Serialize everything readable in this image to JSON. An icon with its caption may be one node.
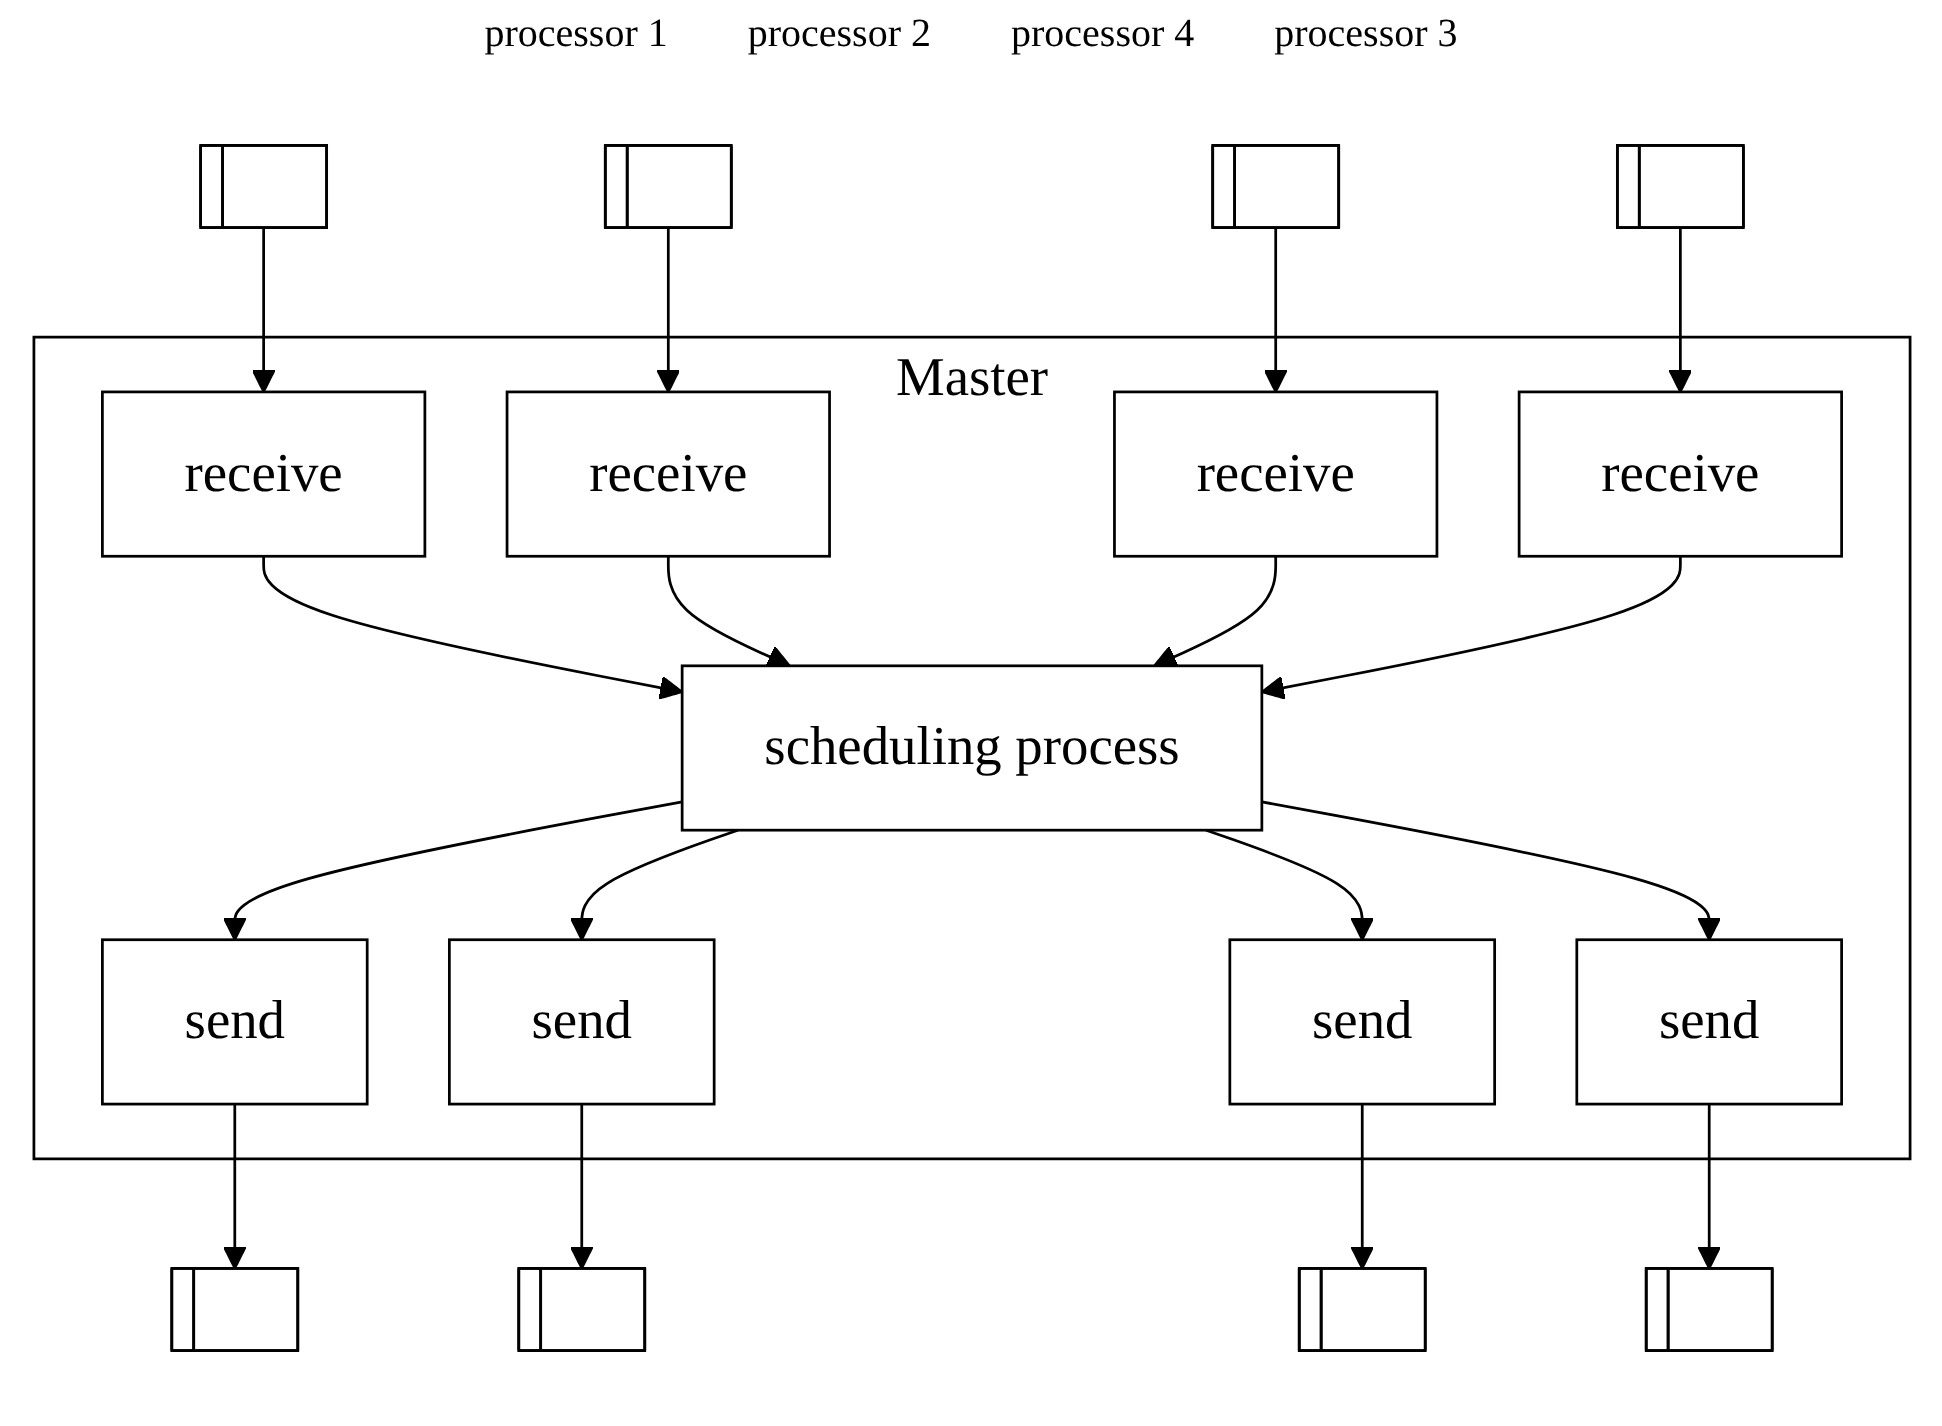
{
  "diagram": {
    "nodes": [
      {
        "text": [
          "Master"
        ]
      },
      {
        "text": [
          "scheduling process"
        ],
        "in": 0
      },
      {
        "text": [
          "send"
        ],
        "in": 0
      },
      {
        "text": [
          "receive"
        ],
        "in": 0
      },
      {
        "text": [
          "send"
        ],
        "in": 0
      },
      {
        "text": [
          "receive"
        ],
        "in": 0
      },
      {
        "text": [
          "send"
        ],
        "in": 0
      },
      {
        "text": [
          "receive"
        ],
        "in": 0
      },
      {
        "text": [
          "send"
        ],
        "in": 0
      },
      {
        "text": [
          "receive"
        ],
        "in": 0
      },
      {
        "text": [],
        "shape": "bar"
      },
      {
        "text": [],
        "shape": "bar"
      },
      {
        "text": [],
        "shape": "bar"
      },
      {
        "text": [],
        "shape": "bar"
      },
      {
        "text": [],
        "shape": "bar"
      },
      {
        "text": [],
        "shape": "bar"
      },
      {
        "text": [],
        "shape": "bar"
      },
      {
        "text": [],
        "shape": "bar"
      }
    ],
    "edges": [
      {
        "from": 1,
        "to": 2,
        "arrow": "to"
      },
      {
        "from": 3,
        "to": 1,
        "arrow": "to"
      },
      {
        "from": 1,
        "to": 4,
        "arrow": "to"
      },
      {
        "from": 5,
        "to": 1,
        "arrow": "to"
      },
      {
        "from": 1,
        "to": 6,
        "arrow": "to"
      },
      {
        "from": 7,
        "to": 1,
        "arrow": "to"
      },
      {
        "from": 1,
        "to": 8,
        "arrow": "to"
      },
      {
        "from": 9,
        "to": 1,
        "arrow": "to"
      },
      {
        "from": 2,
        "to": 10,
        "arrow": "to"
      },
      {
        "from": 11,
        "to": 3,
        "arrow": "to"
      },
      {
        "from": 4,
        "to": 12,
        "arrow": "to"
      },
      {
        "from": 13,
        "to": 5,
        "arrow": "to"
      },
      {
        "from": 6,
        "to": 14,
        "arrow": "to"
      },
      {
        "from": 15,
        "to": 7,
        "arrow": "to"
      },
      {
        "from": 8,
        "to": 16,
        "arrow": "to"
      },
      {
        "from": 17,
        "to": 9,
        "arrow": "to"
      }
    ],
    "labels": [
      "processor 1",
      "processor 2",
      "processor 4",
      "processor 3"
    ]
  }
}
